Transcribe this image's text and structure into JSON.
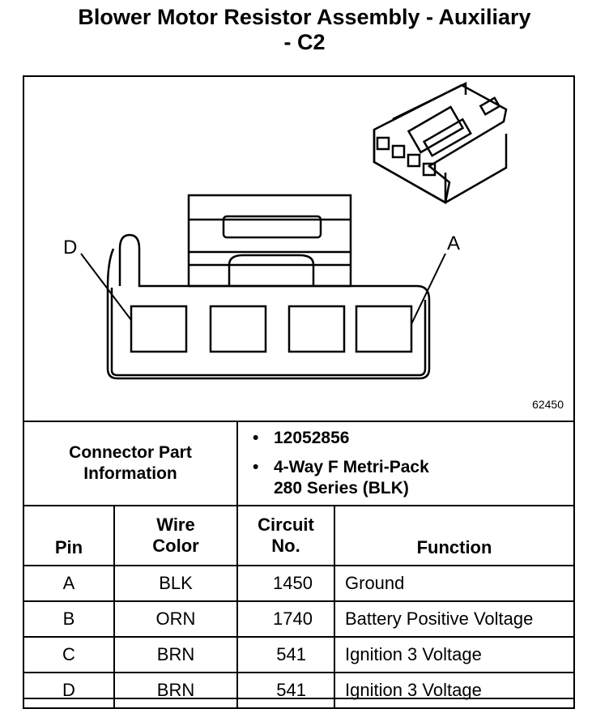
{
  "title_line1": "Blower Motor Resistor Assembly - Auxiliary",
  "title_line2": "- C2",
  "figure_number": "62450",
  "pin_labels": {
    "left": "D",
    "right": "A"
  },
  "connector_info": {
    "label": "Connector Part Information",
    "bullets": [
      "12052856",
      "4-Way F Metri-Pack",
      "280 Series (BLK)"
    ]
  },
  "table": {
    "headers": {
      "pin": "Pin",
      "wire_color_1": "Wire",
      "wire_color_2": "Color",
      "circuit_1": "Circuit",
      "circuit_2": "No.",
      "function": "Function"
    },
    "rows": [
      {
        "pin": "A",
        "wire_color": "BLK",
        "circuit": "1450",
        "function": "Ground"
      },
      {
        "pin": "B",
        "wire_color": "ORN",
        "circuit": "1740",
        "function": "Battery Positive Voltage"
      },
      {
        "pin": "C",
        "wire_color": "BRN",
        "circuit": "541",
        "function": "Ignition 3 Voltage"
      },
      {
        "pin": "D",
        "wire_color": "BRN",
        "circuit": "541",
        "function": "Ignition 3 Voltage"
      }
    ]
  }
}
